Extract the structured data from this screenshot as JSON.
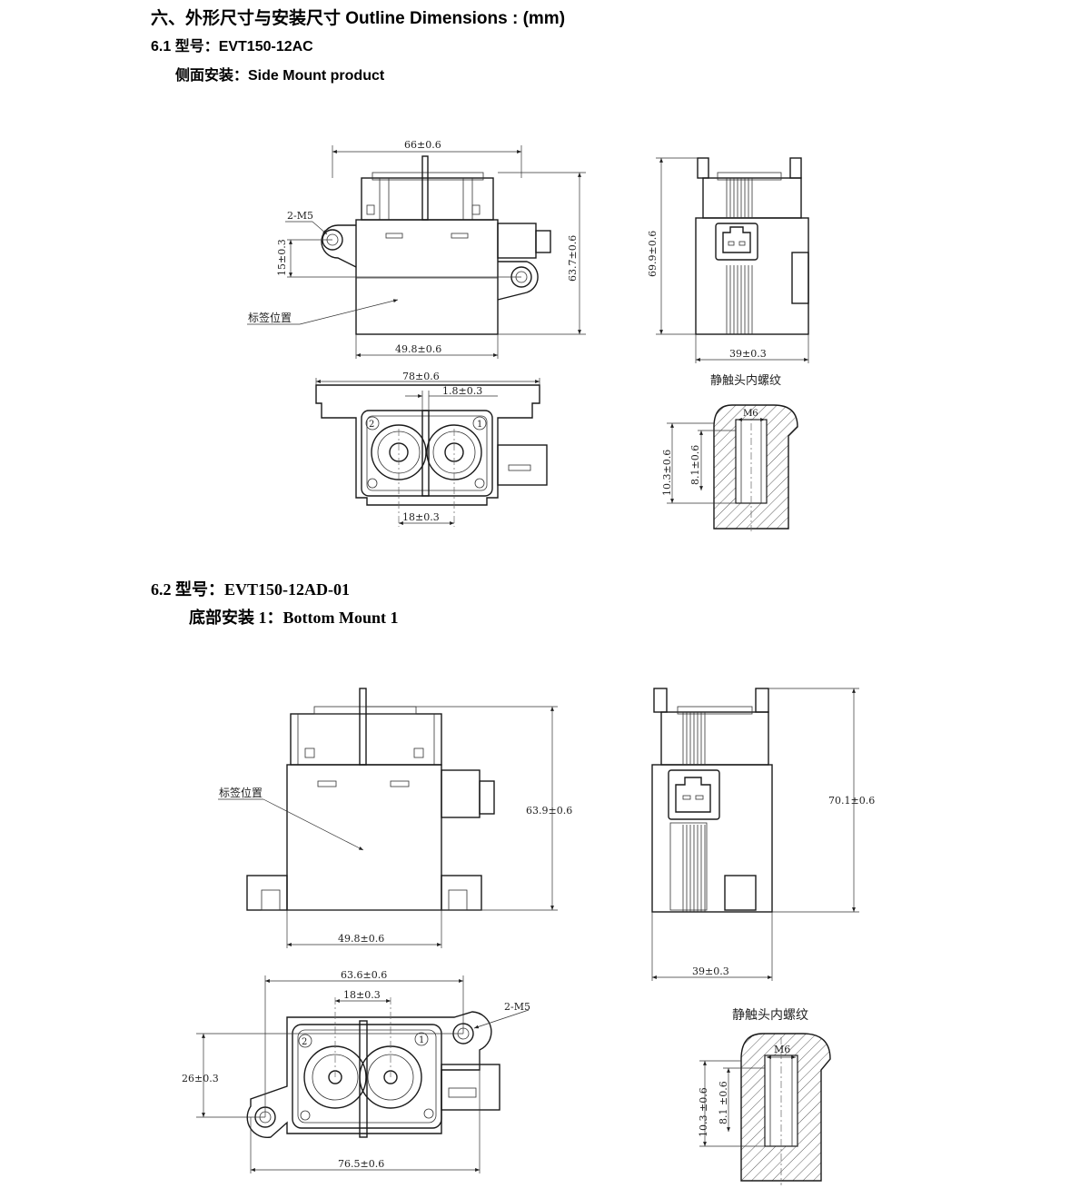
{
  "section_title": "六、外形尺寸与安装尺寸 Outline Dimensions : (mm)",
  "s1": {
    "model": "6.1  型号：EVT150-12AC",
    "mount": "侧面安装：Side Mount product",
    "dim_width": "66±0.6",
    "dim_height": "63.7±0.6",
    "dim_hole": "2-M5",
    "dim_15": "15±0.3",
    "label_pos": "标签位置",
    "dim_body": "49.8±0.6",
    "dim_side_h": "69.9±0.6",
    "dim_side_w": "39±0.3",
    "dim_top_w": "78±0.6",
    "dim_top_gap": "1.8±0.3",
    "dim_top_pitch": "18±0.3",
    "thread_title": "静触头内螺纹",
    "thread_m": "M6",
    "thread_outer": "10.3±0.6",
    "thread_inner": "8.1±0.6",
    "term_1": "1",
    "term_2": "2"
  },
  "s2": {
    "model": "6.2  型号：EVT150-12AD-01",
    "mount": "底部安装 1：Bottom Mount 1",
    "label_pos": "标签位置",
    "dim_height": "63.9±0.6",
    "dim_body": "49.8±0.6",
    "dim_side_h": "70.1±0.6",
    "dim_side_w": "39±0.3",
    "dim_top_w": "63.6±0.6",
    "dim_top_pitch": "18±0.3",
    "dim_hole": "2-M5",
    "dim_26": "26±0.3",
    "dim_base_w": "76.5±0.6",
    "thread_title": "静触头内螺纹",
    "thread_m": "M6",
    "thread_outer": "10.3 ±0.6",
    "thread_inner": "8.1 ±0.6",
    "term_1": "1",
    "term_2": "2"
  }
}
